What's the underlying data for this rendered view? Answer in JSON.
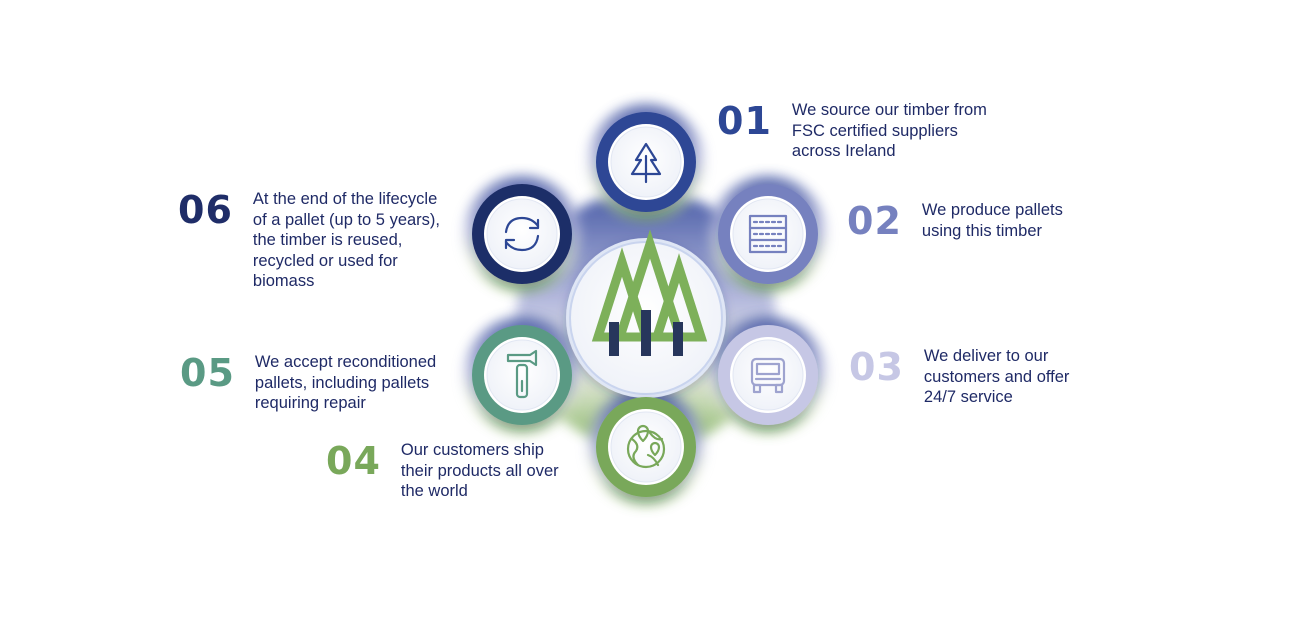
{
  "colors": {
    "step1": "#2d4795",
    "step2": "#7681bf",
    "step3": "#c6c7e5",
    "step4": "#79a85a",
    "step5": "#5a9a84",
    "step6": "#1f2d68",
    "text": "#1f2a66",
    "tree": "#7db05a",
    "trunk": "#27365c"
  },
  "center_icon": "forest-trees-icon",
  "steps": [
    {
      "number": "01",
      "text": "We source our timber from\nFSC certified suppliers\nacross Ireland",
      "icon": "pine-tree-icon"
    },
    {
      "number": "02",
      "text": "We produce pallets\nusing this timber",
      "icon": "pallet-icon"
    },
    {
      "number": "03",
      "text": "We deliver to our\ncustomers and offer\n24/7 service",
      "icon": "truck-icon"
    },
    {
      "number": "04",
      "text": "Our customers ship\ntheir products all over\nthe world",
      "icon": "globe-icon"
    },
    {
      "number": "05",
      "text": "We accept reconditioned\npallets, including pallets\nrequiring repair",
      "icon": "hammer-icon"
    },
    {
      "number": "06",
      "text": "At the end of the lifecycle\nof a pallet (up to 5 years),\nthe timber is reused,\nrecycled or used for\nbiomass",
      "icon": "recycle-icon"
    }
  ]
}
